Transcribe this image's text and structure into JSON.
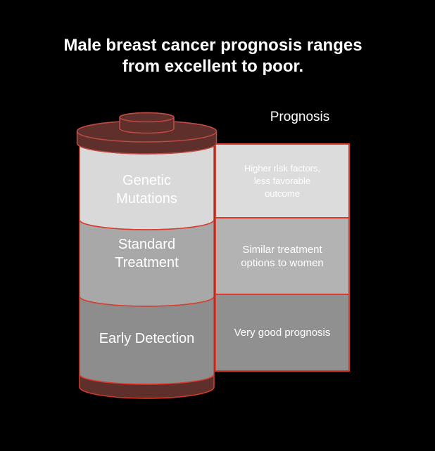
{
  "title": "Male breast cancer prognosis ranges\nfrom excellent to poor.",
  "column_header": "Prognosis",
  "rows": [
    {
      "factor": "Genetic Mutations",
      "prognosis": "Higher risk factors, less favorable outcome"
    },
    {
      "factor": "Standard Treatment",
      "prognosis": "Similar treatment options to women"
    },
    {
      "factor": "Early Detection",
      "prognosis": "Very good prognosis"
    }
  ],
  "colors": {
    "background": "#000000",
    "text": "#ffffff",
    "cap_fill": "#5e2f2b",
    "cap_stroke": "#bf4a41",
    "outline_red": "#d93a2c",
    "box_border": "#e03a2e",
    "segment1": "#d9d9d9",
    "segment2": "#a8a8a8",
    "segment3": "#8d8d8d",
    "box1": "#dcdcdc",
    "box2": "#b3b3b3",
    "box3": "#909090"
  }
}
